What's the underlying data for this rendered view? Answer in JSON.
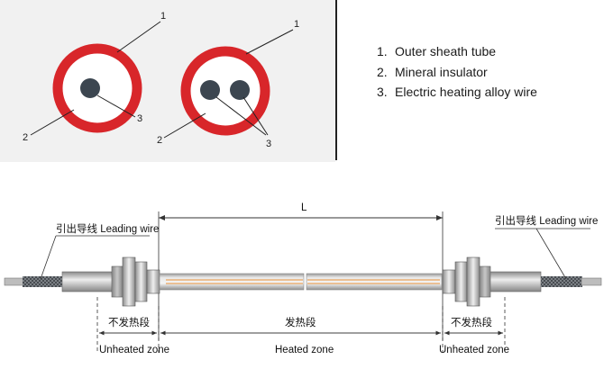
{
  "cross_section": {
    "callout_1": "1",
    "callout_2": "2",
    "callout_3": "3"
  },
  "legend": [
    {
      "num": "1.",
      "text": "Outer sheath tube"
    },
    {
      "num": "2.",
      "text": "Mineral insulator"
    },
    {
      "num": "3.",
      "text": "Electric heating alloy wire"
    }
  ],
  "heater": {
    "length_label": "L",
    "left_lead_label": "引出导线 Leading wire",
    "right_lead_label": "引出导线 Leading wire",
    "unheated_cn": "不发热段",
    "heated_cn": "发热段",
    "unheated_en": "Unheated zone",
    "heated_en": "Heated zone"
  },
  "colors": {
    "sheath_red": "#d8262a",
    "wire_dark": "#3c4650",
    "tube_grey": "#c8c8c8",
    "alloy_orange": "#e8913a"
  }
}
